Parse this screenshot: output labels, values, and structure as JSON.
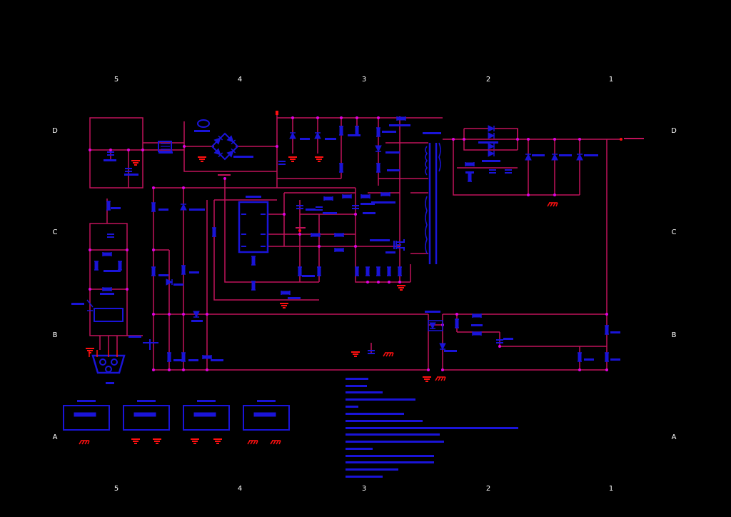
{
  "frame": {
    "columns": [
      "5",
      "4",
      "3",
      "2",
      "1"
    ],
    "rows": [
      "D",
      "C",
      "B",
      "A"
    ]
  },
  "colors": {
    "background": "#000000",
    "wire": "#c0125a",
    "component": "#1a14d8",
    "node": "#e000e0",
    "ground": "#ff1010",
    "frame_text": "#ffffff"
  },
  "components": [
    "bridge-rectifier",
    "pfc-controller-ic",
    "power-transformer",
    "output-rectifier",
    "output-capacitor-bank",
    "input-connector",
    "optocoupler",
    "feedback-network",
    "fuse"
  ]
}
